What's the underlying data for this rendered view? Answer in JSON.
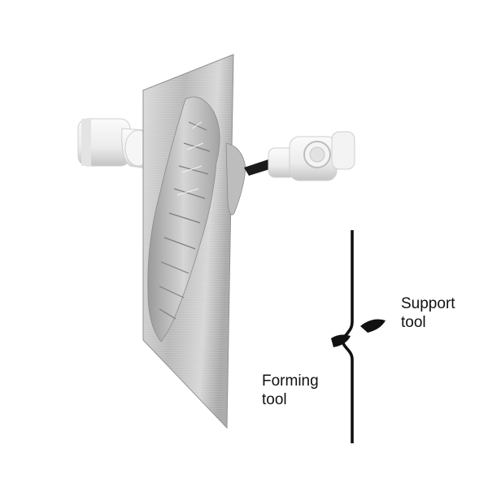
{
  "labels": {
    "support_line1": "Support",
    "support_line2": "tool",
    "forming_line1": "Forming",
    "forming_line2": "tool"
  },
  "colors": {
    "sheet_light": "#e6e6e6",
    "sheet_dark": "#9c9c9c",
    "robot_body": "#f1f1f1",
    "robot_shadow": "#b9b9b9",
    "tool_black": "#111111",
    "text": "#111111"
  },
  "icons": [
    "robot-arm-left-icon",
    "robot-arm-right-icon",
    "metal-sheet-icon",
    "forming-tool-icon",
    "support-tool-icon"
  ]
}
